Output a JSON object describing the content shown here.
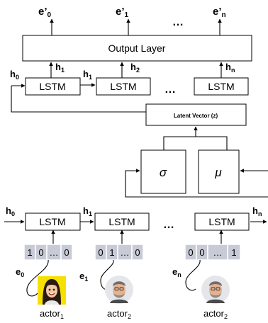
{
  "outputs": [
    {
      "base": "e’",
      "sub": "0"
    },
    {
      "base": "e’",
      "sub": "1"
    },
    {
      "base": "e’",
      "sub": "n"
    }
  ],
  "ellipsis": "…",
  "output_layer": "Output Layer",
  "decoder": {
    "cell_label": "LSTM",
    "hidden": [
      {
        "base": "h",
        "sub": "0"
      },
      {
        "base": "h",
        "sub": "1"
      },
      {
        "base": "h",
        "sub": "1"
      },
      {
        "base": "h",
        "sub": "2"
      },
      {
        "base": "h",
        "sub": "n"
      }
    ]
  },
  "latent_vector": "Latent Vector (z)",
  "sigma": "σ",
  "mu": "μ",
  "encoder": {
    "cell_label": "LSTM",
    "hidden": [
      {
        "base": "h",
        "sub": "0"
      },
      {
        "base": "h",
        "sub": "1"
      },
      {
        "base": "h",
        "sub": "n"
      }
    ]
  },
  "one_hot": [
    [
      "1",
      "0",
      "…",
      "0"
    ],
    [
      "0",
      "1",
      "…",
      "0"
    ],
    [
      "0",
      "0",
      "…",
      "1"
    ]
  ],
  "embeddings": [
    {
      "base": "e",
      "sub": "0"
    },
    {
      "base": "e",
      "sub": "1"
    },
    {
      "base": "e",
      "sub": "n"
    }
  ],
  "actors": [
    {
      "base": "actor",
      "sub": "1"
    },
    {
      "base": "actor",
      "sub": "2"
    },
    {
      "base": "actor",
      "sub": "2"
    }
  ],
  "colors": {
    "cell_fill": "#c8cbd6",
    "actor1_bg": "#f6e000",
    "actor2_bg": "#e4e6ea"
  }
}
